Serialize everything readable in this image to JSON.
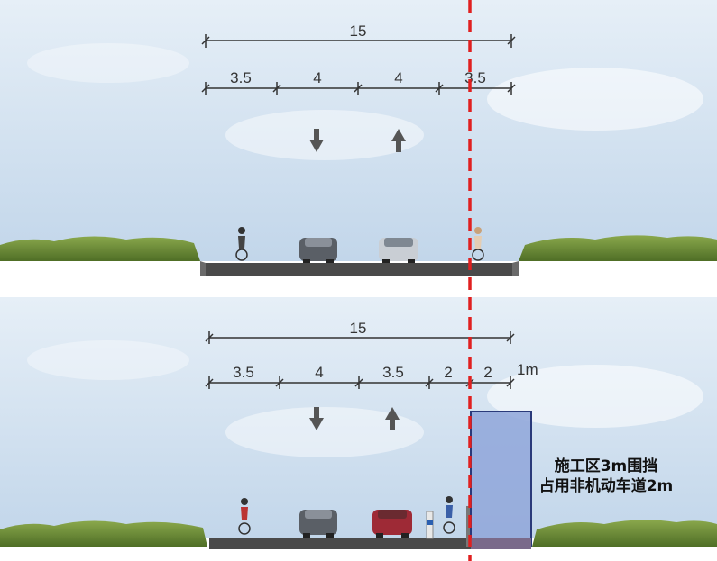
{
  "colors": {
    "sky_top": "#dde9f4",
    "sky_bottom": "#b9d0e5",
    "road": "#4a4a4a",
    "grass": "#6f8f3a",
    "centerline": "#e02020",
    "construction_zone": "#8fa6d9",
    "arrow": "#555555"
  },
  "top_section": {
    "total_width": "15",
    "lanes": [
      "3.5",
      "4",
      "4",
      "3.5"
    ],
    "arrows": [
      "down-arrow",
      "up-arrow"
    ],
    "objects": [
      "cyclist",
      "car-dark",
      "car-silver",
      "cyclist"
    ]
  },
  "bottom_section": {
    "total_width": "15",
    "lanes": [
      "3.5",
      "4",
      "3.5",
      "2",
      "2"
    ],
    "offset_label": "1m",
    "arrows": [
      "down-arrow",
      "up-arrow"
    ],
    "objects": [
      "cyclist",
      "car-dark",
      "car-red",
      "bollard",
      "cyclist"
    ],
    "construction_label_line1": "施工区3m围挡",
    "construction_label_line2": "占用非机动车道2m"
  }
}
